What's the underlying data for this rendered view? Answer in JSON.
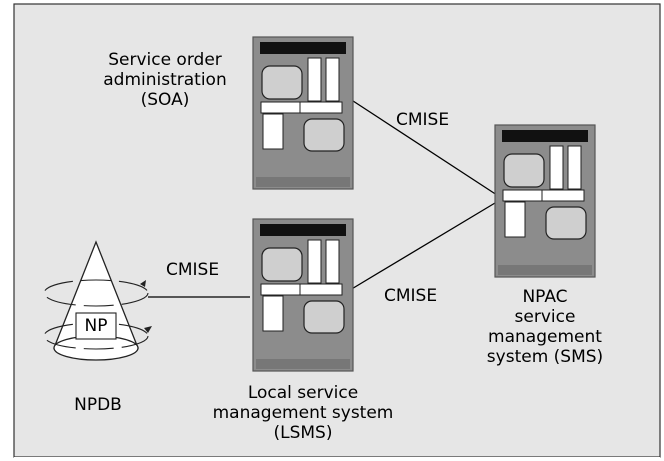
{
  "colors": {
    "panel": "#e6e6e6",
    "server_body": "#8c8c8c",
    "server_edge": "#555555",
    "server_top": "#111111",
    "module": "#cfcfcf",
    "white": "#ffffff"
  },
  "nodes": {
    "soa": {
      "label": "Service order\nadministration\n(SOA)"
    },
    "lsms": {
      "label": "Local service\nmanagement system\n(LSMS)"
    },
    "npac": {
      "label": "NPAC\nservice\nmanagement\nsystem (SMS)"
    },
    "npdb": {
      "label": "NPDB",
      "symbol_text": "NP"
    }
  },
  "links": {
    "soa_npac": {
      "label": "CMISE"
    },
    "lsms_npac": {
      "label": "CMISE"
    },
    "npdb_lsms": {
      "label": "CMISE"
    }
  }
}
